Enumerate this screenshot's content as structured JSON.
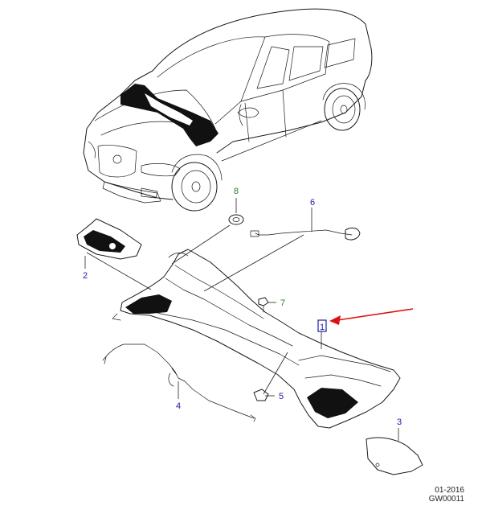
{
  "diagram": {
    "callouts": [
      {
        "id": "1",
        "label": "1",
        "color": "#1a1aa8",
        "boxed": true
      },
      {
        "id": "2",
        "label": "2",
        "color": "#1a1aa8"
      },
      {
        "id": "3",
        "label": "3",
        "color": "#1a1aa8"
      },
      {
        "id": "4",
        "label": "4",
        "color": "#1a1aa8"
      },
      {
        "id": "5",
        "label": "5",
        "color": "#1a1aa8"
      },
      {
        "id": "6",
        "label": "6",
        "color": "#1a1aa8"
      },
      {
        "id": "7",
        "label": "7",
        "color": "#2a7a2a"
      },
      {
        "id": "8",
        "label": "8",
        "color": "#2a7a2a"
      }
    ],
    "arrow_color": "#e01010",
    "footer": {
      "date": "01-2016",
      "code": "GW00011"
    }
  }
}
